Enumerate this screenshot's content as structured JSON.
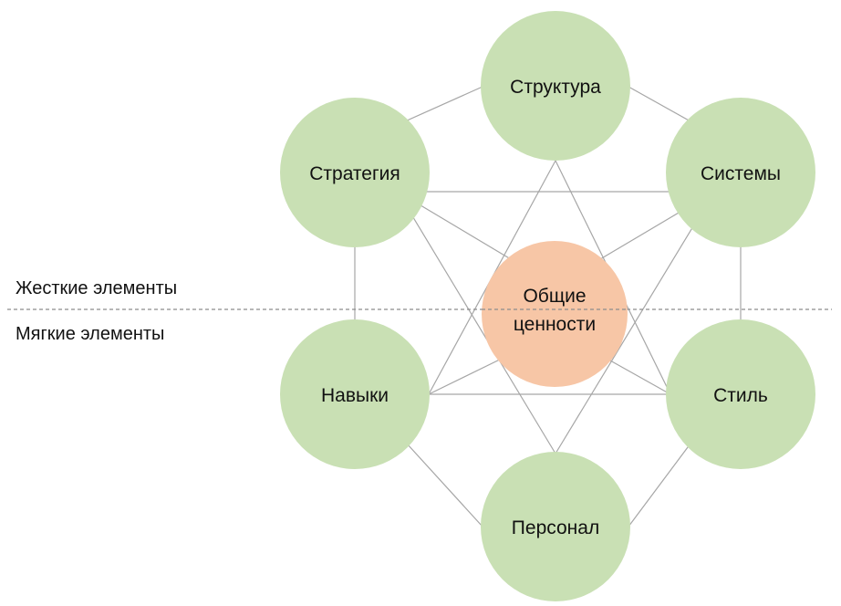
{
  "labels": {
    "hard": "Жесткие элементы",
    "soft": "Мягкие элементы"
  },
  "nodes": {
    "structure": "Структура",
    "strategy": "Стратегия",
    "systems": "Системы",
    "shared_values_line1": "Общие",
    "shared_values_line2": "ценности",
    "skills": "Навыки",
    "style": "Стиль",
    "staff": "Персонал"
  },
  "colors": {
    "green_node": "#c9e0b4",
    "center_node": "#f7c6a6",
    "connector": "#a6a6a6",
    "divider": "#8c8c8c"
  }
}
